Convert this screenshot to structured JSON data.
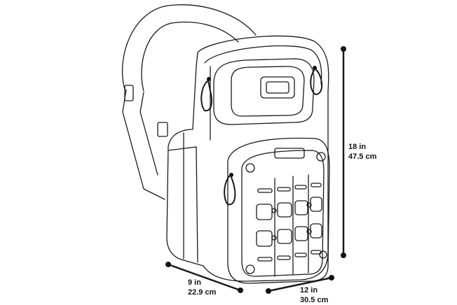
{
  "dimensions": {
    "height": {
      "imperial": "18 in",
      "metric": "47.5 cm"
    },
    "depth": {
      "imperial": "9 in",
      "metric": "22.9 cm"
    },
    "width": {
      "imperial": "12 in",
      "metric": "30.5 cm"
    }
  },
  "colors": {
    "line": "#1a1a1a",
    "background": "#ffffff"
  }
}
